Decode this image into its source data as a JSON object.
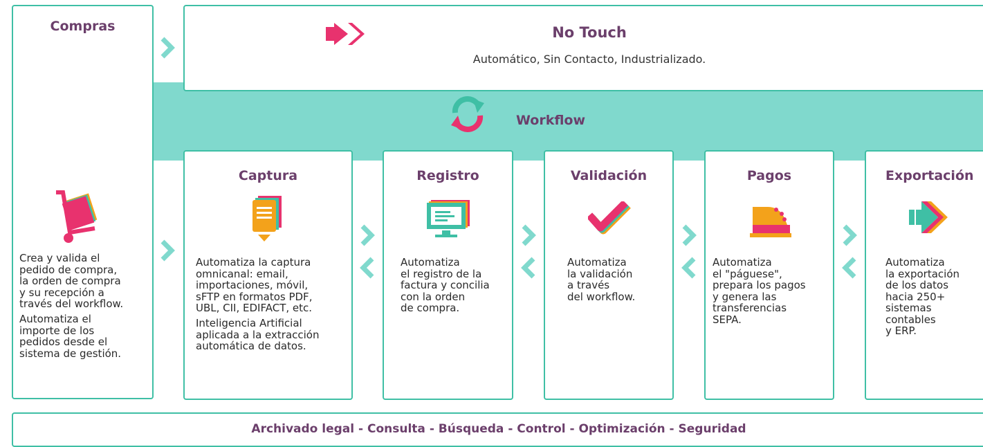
{
  "compras": {
    "title": "Compras",
    "text1": "Crea y valida el\npedido de compra,\nla orden de compra\ny su recepción a\ntravés del workflow.",
    "text2": "Automatiza el\nimporte de los\npedidos desde el\nsistema de gestión.",
    "icon": "hand-truck-icon"
  },
  "no_touch": {
    "title": "No Touch",
    "subtitle": "Automático, Sin Contacto, Industrializado.",
    "icon": "double-arrow-icon"
  },
  "workflow": {
    "label": "Workflow",
    "icon": "refresh-cycle-icon"
  },
  "steps": [
    {
      "title": "Captura",
      "text": "Automatiza la captura\nomnicanal: email,\nimportaciones, móvil,\nsFTP en formatos PDF,\nUBL, CII, EDIFACT, etc.",
      "text2": "Inteligencia Artificial\naplicada a la extracción\nautomática de datos.",
      "icon": "document-capture-icon"
    },
    {
      "title": "Registro",
      "text": "Automatiza\nel registro de la\nfactura y concilia\ncon la orden\nde  compra.",
      "icon": "computer-monitor-icon"
    },
    {
      "title": "Validación",
      "text": "Automatiza\nla validación\na través\ndel workflow.",
      "icon": "checkmark-icon"
    },
    {
      "title": "Pagos",
      "text": "Automatiza\nel \"páguese\",\nprepara los pagos\ny genera las\ntransferencias\nSEPA.",
      "icon": "cash-register-icon"
    },
    {
      "title": "Exportación",
      "text": "Automatiza\nla exportación\nde los datos\nhacia 250+\nsistemas\ncontables\ny ERP.",
      "icon": "export-arrow-icon"
    }
  ],
  "footer": {
    "text": "Archivado legal - Consulta - Búsqueda - Control - Optimización - Seguridad"
  },
  "colors": {
    "teal_border": "#3fbfa5",
    "teal_band": "#80d9cd",
    "title_purple": "#6b3f6b",
    "accent_pink": "#e8326e",
    "accent_orange": "#f3a21b"
  }
}
